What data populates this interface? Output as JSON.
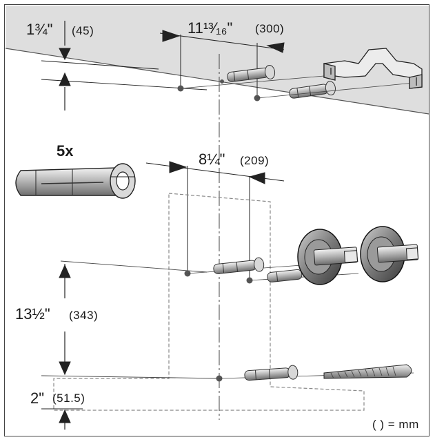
{
  "dimensions": {
    "top_gap": {
      "imperial": "1¾\"",
      "metric": "(45)"
    },
    "bracket_spacing": {
      "imperial": "11¹³⁄₁₆\"",
      "metric": "(300)"
    },
    "anchor_spacing": {
      "imperial": "8¼\"",
      "metric": "(209)"
    },
    "vertical_spacing": {
      "imperial": "13½\"",
      "metric": "(343)"
    },
    "bottom_gap": {
      "imperial": "2\"",
      "metric": "(51.5)"
    }
  },
  "quantity_label": "5x",
  "legend": "( ) = mm"
}
